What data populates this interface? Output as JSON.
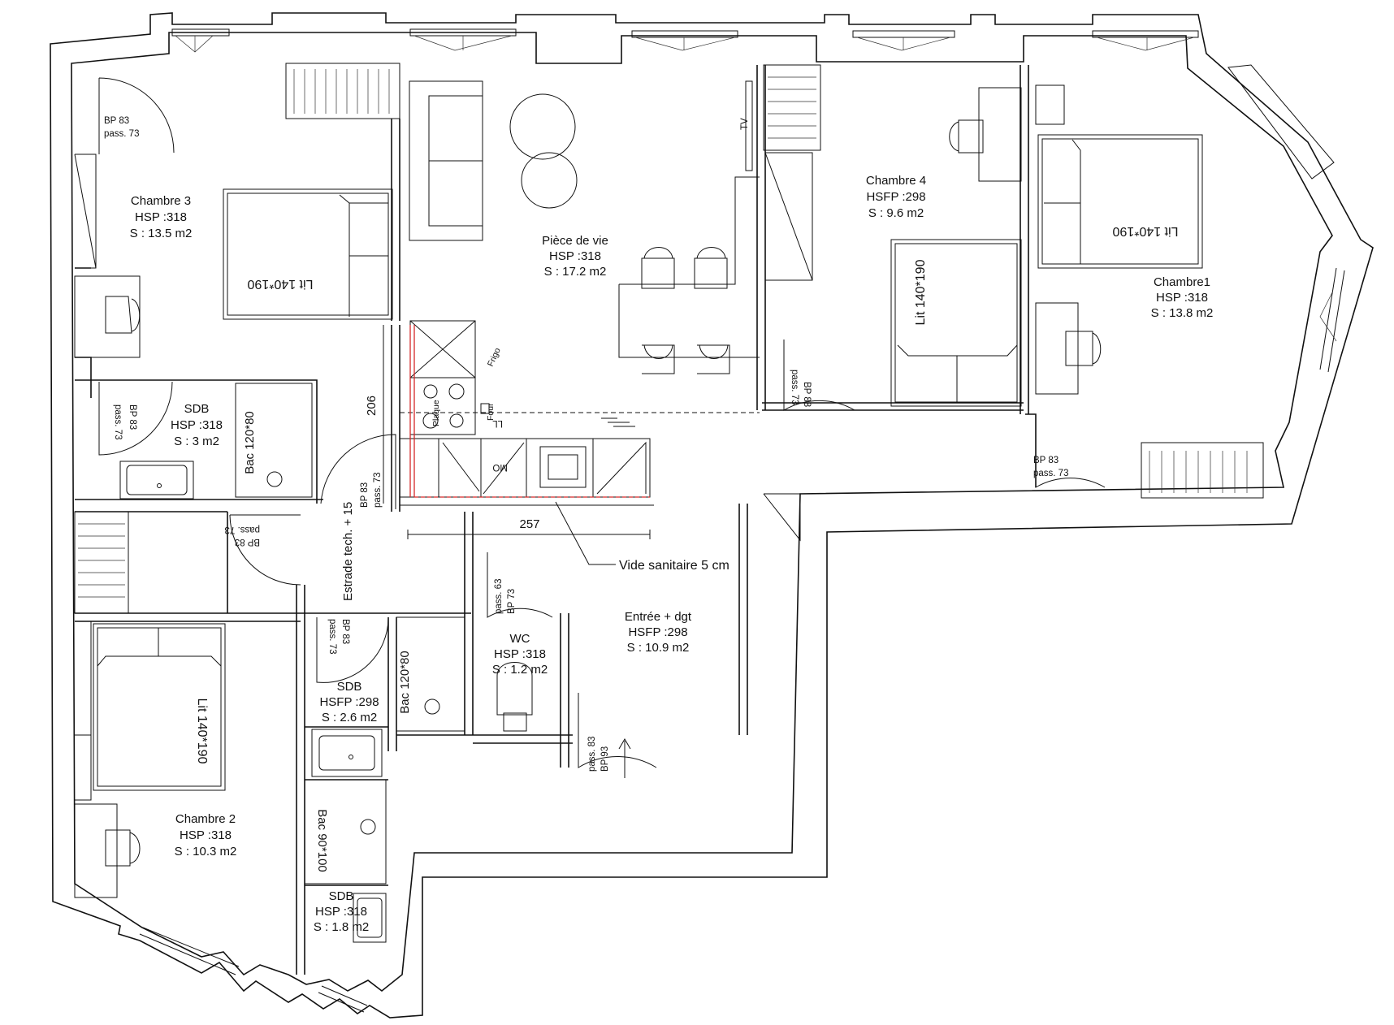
{
  "rooms": {
    "chambre3": {
      "name": "Chambre 3",
      "h": "HSP :318",
      "s": "S : 13.5  m2"
    },
    "piece": {
      "name": "Pièce de vie",
      "h": "HSP :318",
      "s": "S : 17.2 m2"
    },
    "chambre4": {
      "name": "Chambre 4",
      "h": "HSFP :298",
      "s": "S : 9.6  m2"
    },
    "chambre1": {
      "name": "Chambre1",
      "h": "HSP :318",
      "s": "S : 13.8 m2"
    },
    "sdb_top": {
      "name": "SDB",
      "h": "HSP :318",
      "s": "S : 3  m2"
    },
    "wc": {
      "name": "WC",
      "h": "HSP :318",
      "s": "S : 1.2  m2"
    },
    "entree": {
      "name": "Entrée + dgt",
      "h": "HSFP :298",
      "s": "S : 10.9  m2"
    },
    "sdb_mid": {
      "name": "SDB",
      "h": "HSFP :298",
      "s": "S : 2.6  m2"
    },
    "chambre2": {
      "name": "Chambre 2",
      "h": "HSP :318",
      "s": "S : 10.3  m2"
    },
    "sdb_bottom": {
      "name": "SDB",
      "h": "HSP :318",
      "s": "S : 1.8  m2"
    }
  },
  "beds": {
    "lit": "Lit 140*190"
  },
  "showers": {
    "bac_120": "Bac 120*80",
    "bac_90": "Bac 90*100"
  },
  "doors": {
    "bp83": "BP 83",
    "pass73": "pass. 73",
    "bp73": "BP 73",
    "pass63": "pass. 63",
    "bp88": "BP 88",
    "bp93": "BP 93",
    "pass83": "pass. 83"
  },
  "kitchen": {
    "frigo": "Frigo",
    "plaque": "Plaque",
    "four": "Four",
    "ll": "LL",
    "mo": "MO",
    "tv": "TV"
  },
  "dimensions": {
    "d206": "206",
    "d257": "257",
    "estrade": "Estrade tech. + 15",
    "vide": "Vide sanitaire 5 cm"
  }
}
